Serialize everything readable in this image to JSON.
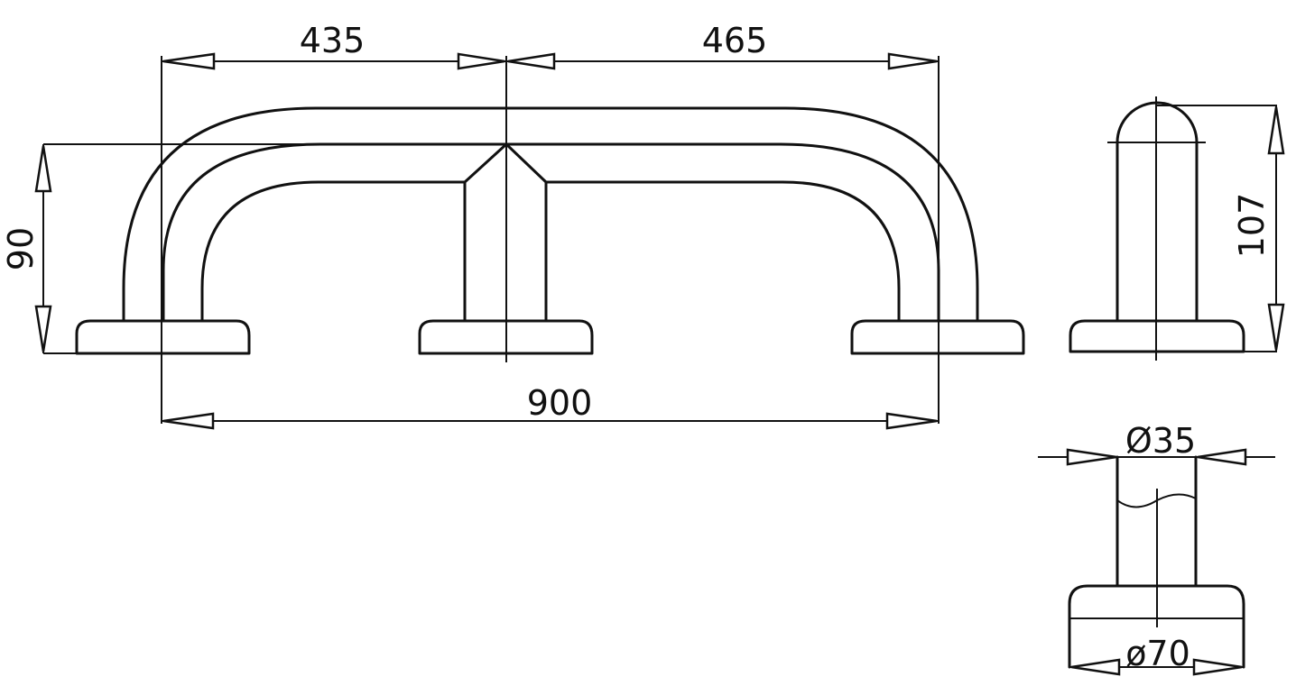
{
  "drawing": {
    "subject": "grab bar technical drawing",
    "units": "mm",
    "front_view": {
      "dim_left_span": "435",
      "dim_right_span": "465",
      "dim_total_length": "900",
      "dim_height": "90"
    },
    "side_view": {
      "dim_height": "107"
    },
    "section_view": {
      "dim_tube_diameter": "Ø35",
      "dim_base_diameter": "ø70"
    },
    "line_color": "#111111",
    "background": "#ffffff"
  }
}
